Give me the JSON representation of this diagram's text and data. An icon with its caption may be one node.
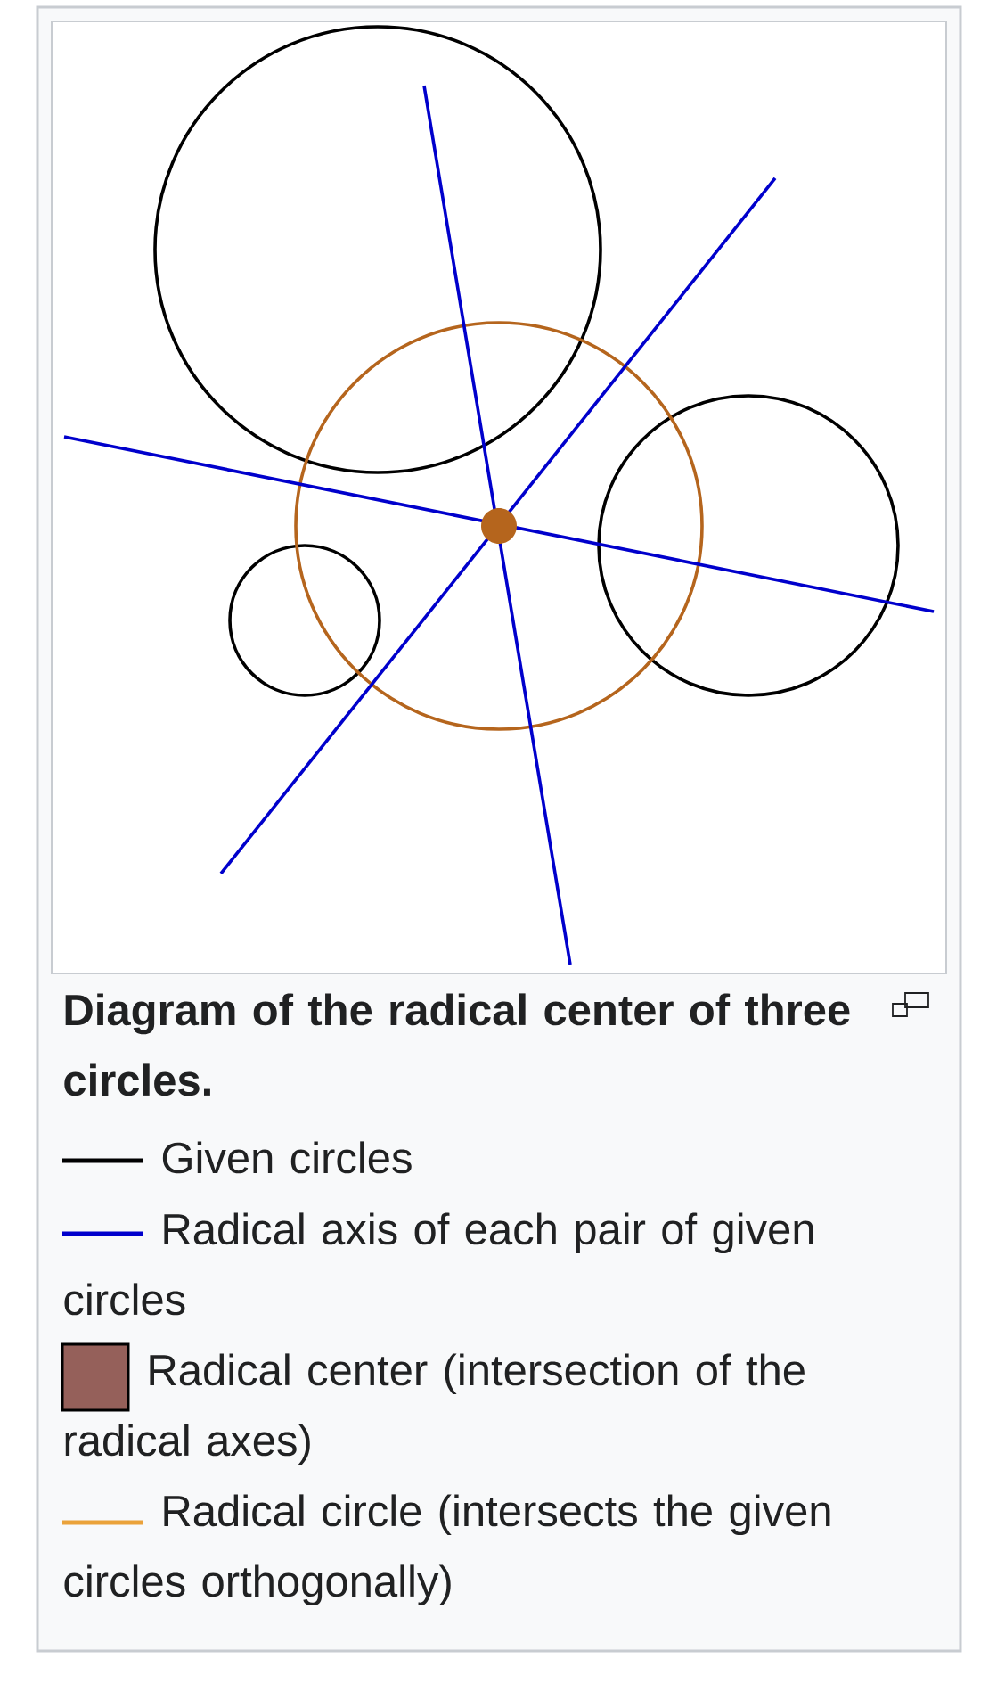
{
  "diagram": {
    "caption": "Diagram of the radical center of three circles.",
    "legend": [
      {
        "text": "Given circles"
      },
      {
        "text": "Radical axis of each pair of given circles"
      },
      {
        "text": "Radical center (intersection of the radical axes)",
        "color": "#95605a"
      },
      {
        "text": "Radical circle (intersects the given circles orthogonally)"
      }
    ]
  }
}
